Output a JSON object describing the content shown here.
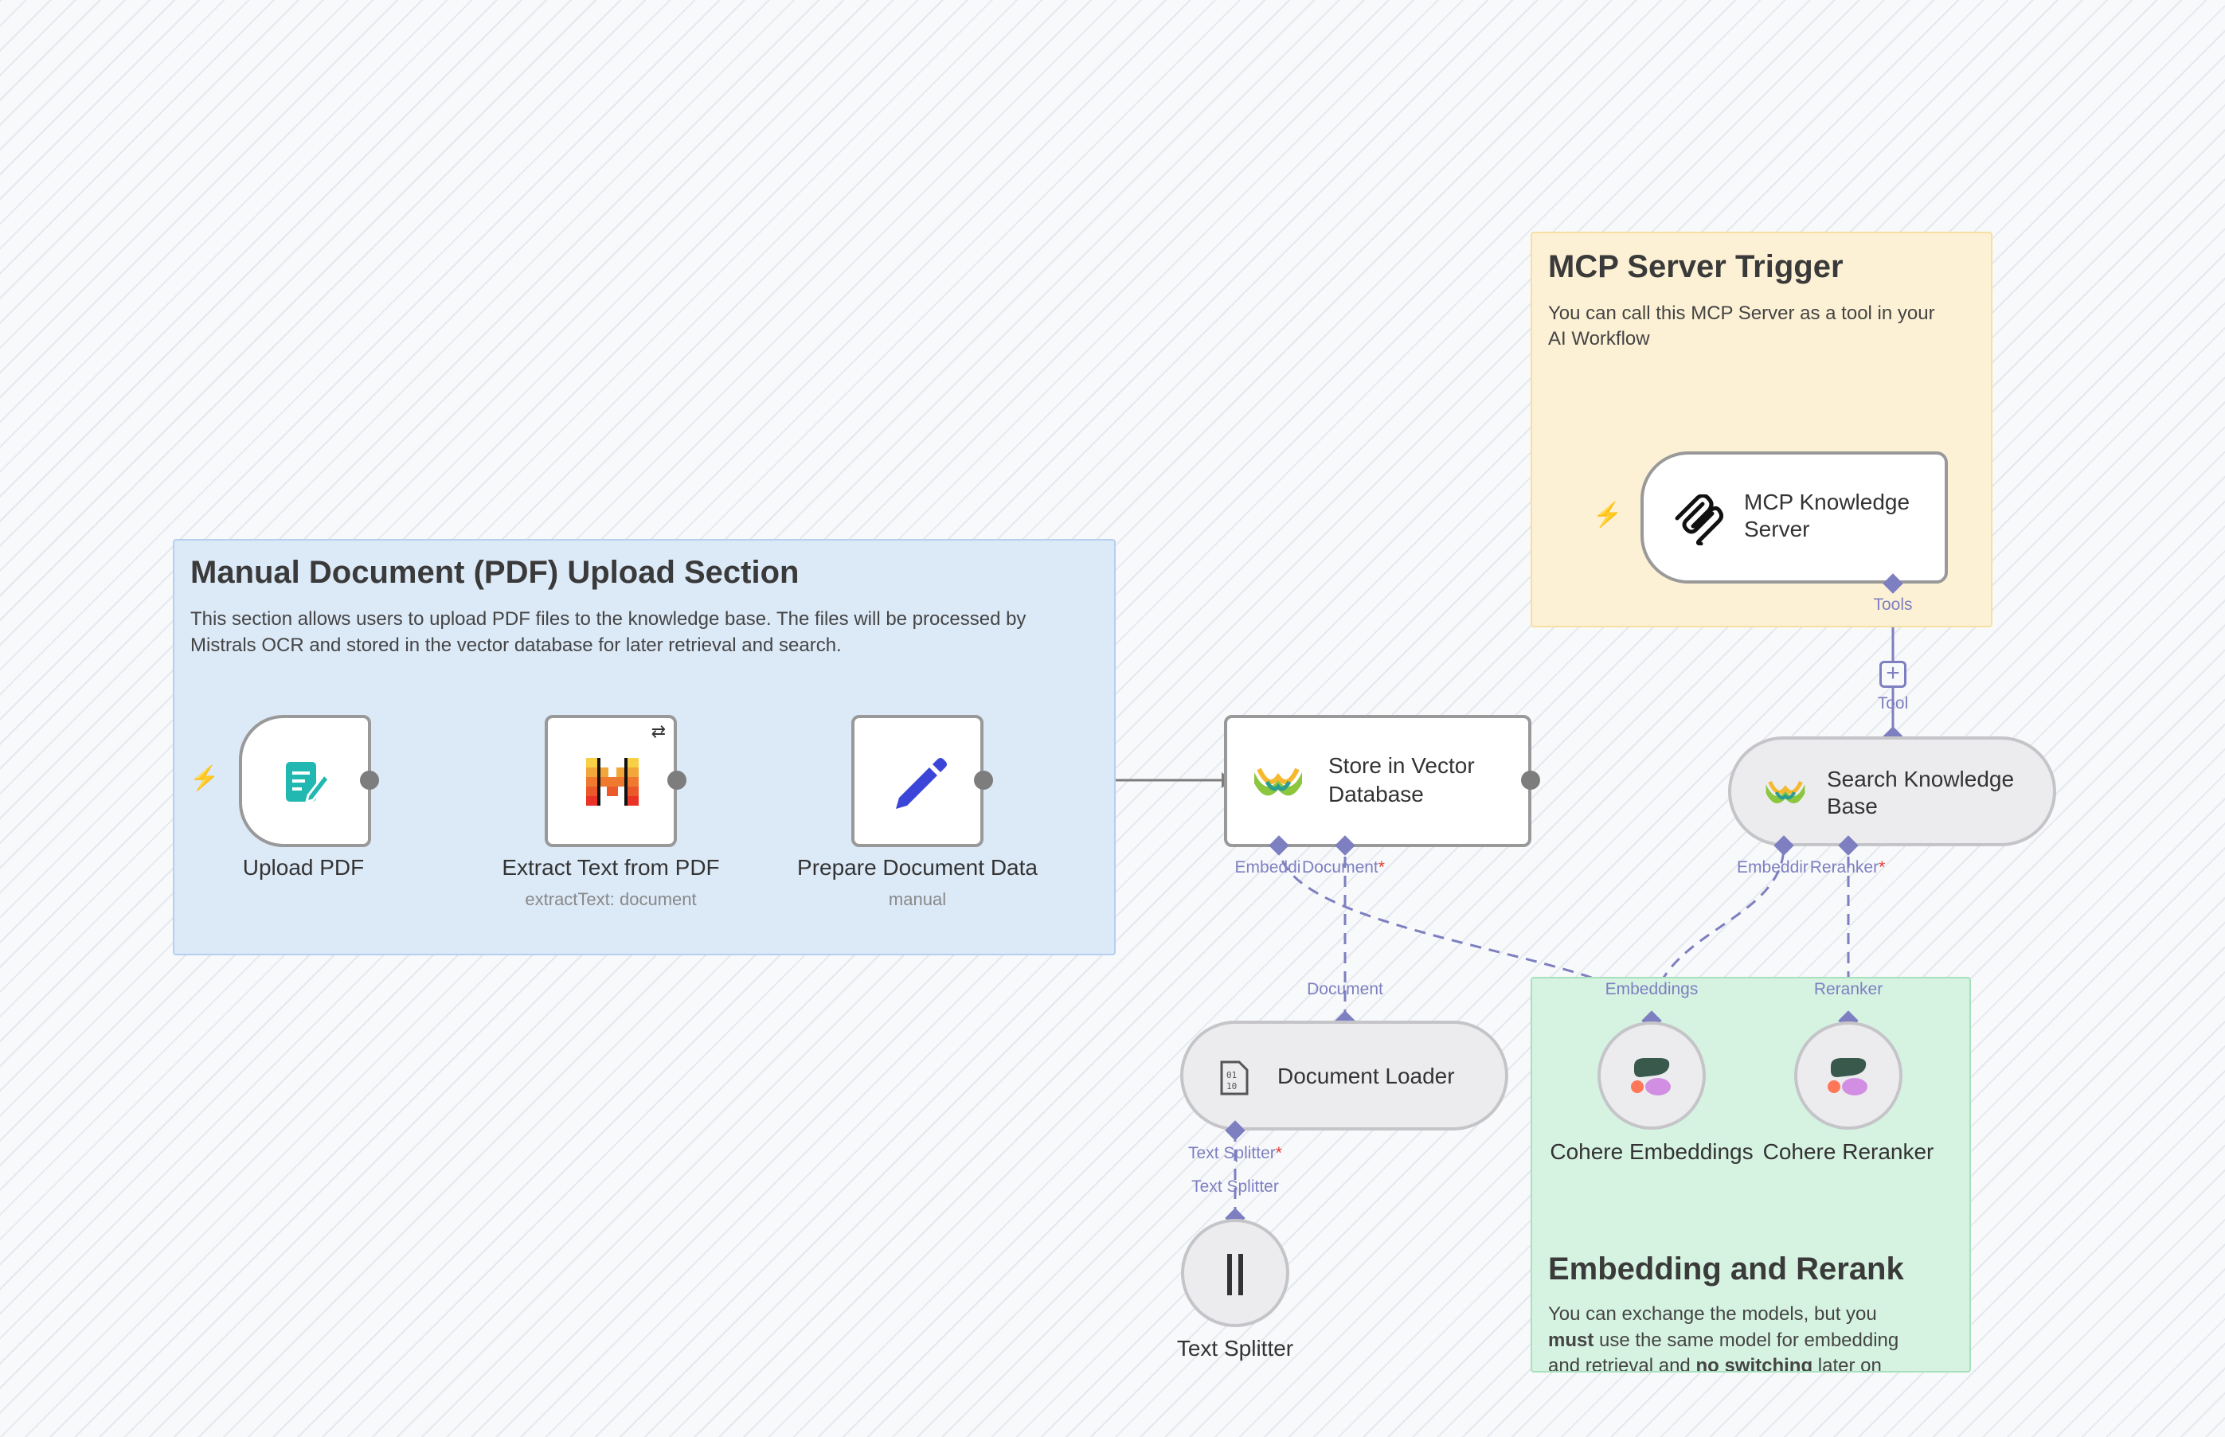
{
  "stickies": {
    "upload": {
      "title": "Manual Document (PDF) Upload Section",
      "line1": "This section allows users to upload PDF files to the knowledge base. The files will be processed by",
      "line2": "Mistrals OCR and stored in the vector database for later retrieval and search."
    },
    "mcp": {
      "title": "MCP Server Trigger",
      "line1": "You can call this MCP Server as a tool in your",
      "line2": "AI Workflow"
    },
    "rerank": {
      "title": "Embedding and Rerank",
      "line1": "You can exchange the models, but you",
      "line2_bold": "must",
      "line2_rest": " use the same model for embedding",
      "line3_a": "and retrieval and ",
      "line3_bold": "no switching",
      "line3_b": " later on"
    }
  },
  "nodes": {
    "upload_pdf": {
      "label": "Upload PDF",
      "icon": "form-icon"
    },
    "extract_text": {
      "label": "Extract Text from PDF",
      "sublabel": "extractText: document",
      "icon": "mistral-icon"
    },
    "prepare_data": {
      "label": "Prepare Document Data",
      "sublabel": "manual",
      "icon": "pencil-icon"
    },
    "store_vector": {
      "line1": "Store in Vector",
      "line2": "Database",
      "icon": "vector-store-icon"
    },
    "mcp_server": {
      "line1": "MCP Knowledge",
      "line2": "Server",
      "icon": "mcp-icon"
    },
    "search_kb": {
      "line1": "Search Knowledge",
      "line2": "Base",
      "icon": "vector-store-icon"
    },
    "doc_loader": {
      "label": "Document Loader",
      "icon": "binary-file-icon"
    },
    "text_splitter": {
      "label": "Text Splitter",
      "icon": "splitter-icon"
    },
    "cohere_embed": {
      "label": "Cohere Embeddings",
      "icon": "cohere-icon"
    },
    "cohere_rerank": {
      "label": "Cohere Reranker",
      "icon": "cohere-icon"
    }
  },
  "ports": {
    "store_embedding": "Embeddi",
    "store_document": "Document",
    "search_embedding": "Embeddir",
    "search_reranker": "Reranker",
    "required_mark": "*",
    "tools": "Tools",
    "tool": "Tool",
    "loader_in": "Document",
    "loader_out": "Text Splitter",
    "splitter_in": "Text Splitter",
    "embed_out": "Embeddings",
    "rerank_out": "Reranker"
  },
  "colors": {
    "trigger": "#ff6d5a",
    "port": "#7d7fc0",
    "connection": "#7d7d7d"
  }
}
